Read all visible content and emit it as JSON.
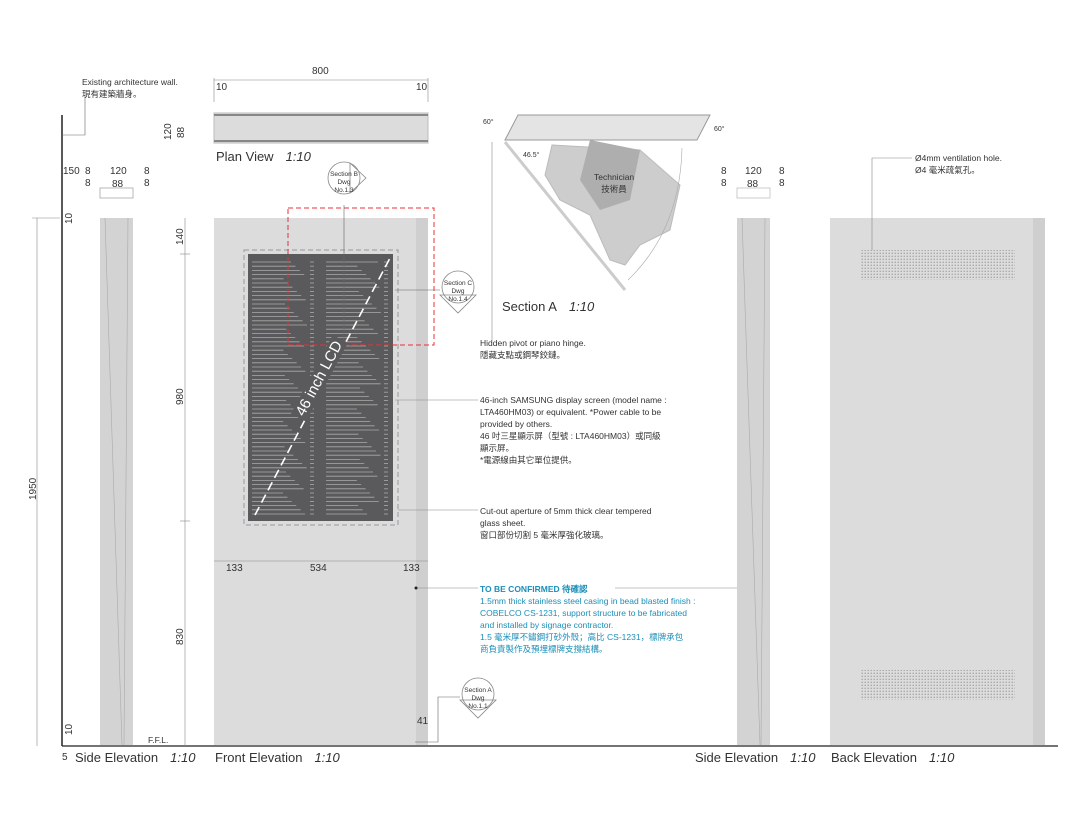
{
  "notes": {
    "wall_en": "Existing architecture wall.",
    "wall_zh": "現有建築牆身。",
    "hinge_en": "Hidden pivot or piano hinge.",
    "hinge_zh": "隱藏支點或鋼琴鉸鏈。",
    "screen_1": "46-inch SAMSUNG display screen (model name :",
    "screen_2": "LTA460HM03) or equivalent. *Power cable to be",
    "screen_3": "provided by others.",
    "screen_4": "46 吋三星顯示屏（型號 : LTA460HM03）或同級",
    "screen_5": "顯示屏。",
    "screen_6": "*電源線由其它單位提供。",
    "glass_1": "Cut-out aperture of 5mm thick clear tempered",
    "glass_2": "glass sheet.",
    "glass_3": "窗口部份切割 5 毫米厚強化玻璃。",
    "tbc_title": "TO BE CONFIRMED  待確認",
    "tbc_1": "1.5mm thick stainless steel casing in bead blasted finish :",
    "tbc_2": "COBELCO CS-1231, support structure to be fabricated",
    "tbc_3": "and installed by signage contractor.",
    "tbc_4": "1.5 毫米厚不鏽鋼打砂外殼；高比 CS-1231，標牌承包",
    "tbc_5": "商負責製作及預埋標牌支撐結構。",
    "vent_en": "Ø4mm ventilation hole.",
    "vent_zh": "Ø4 毫米疏氣孔。",
    "technician_en": "Technician",
    "technician_zh": "技術員",
    "lcd": "46 inch LCD",
    "ffl": "F.F.L."
  },
  "views": {
    "side_left": "Side Elevation",
    "front": "Front Elevation",
    "plan": "Plan View",
    "section_a": "Section A",
    "side_right": "Side Elevation",
    "back": "Back Elevation",
    "scale": "1:10"
  },
  "bubbles": {
    "b_title": "Section B",
    "b_ref": "Dwg No.1.3",
    "c_title": "Section C",
    "c_ref": "Dwg No.1.4",
    "a_title": "Section A",
    "a_ref": "Dwg No.1.1"
  },
  "dims": {
    "d800": "800",
    "d10": "10",
    "d120": "120",
    "d88": "88",
    "d8": "8",
    "d150": "150",
    "d140": "140",
    "d980": "980",
    "d830": "830",
    "d1950": "1950",
    "d133": "133",
    "d534": "534",
    "d41": "41",
    "d5": "5",
    "a60": "60°",
    "a465": "46.5°"
  },
  "colors": {
    "panel": "#dcdcdd",
    "screen": "#5a5a5c",
    "red": "#e8303a",
    "blue": "#1b8fb8"
  }
}
